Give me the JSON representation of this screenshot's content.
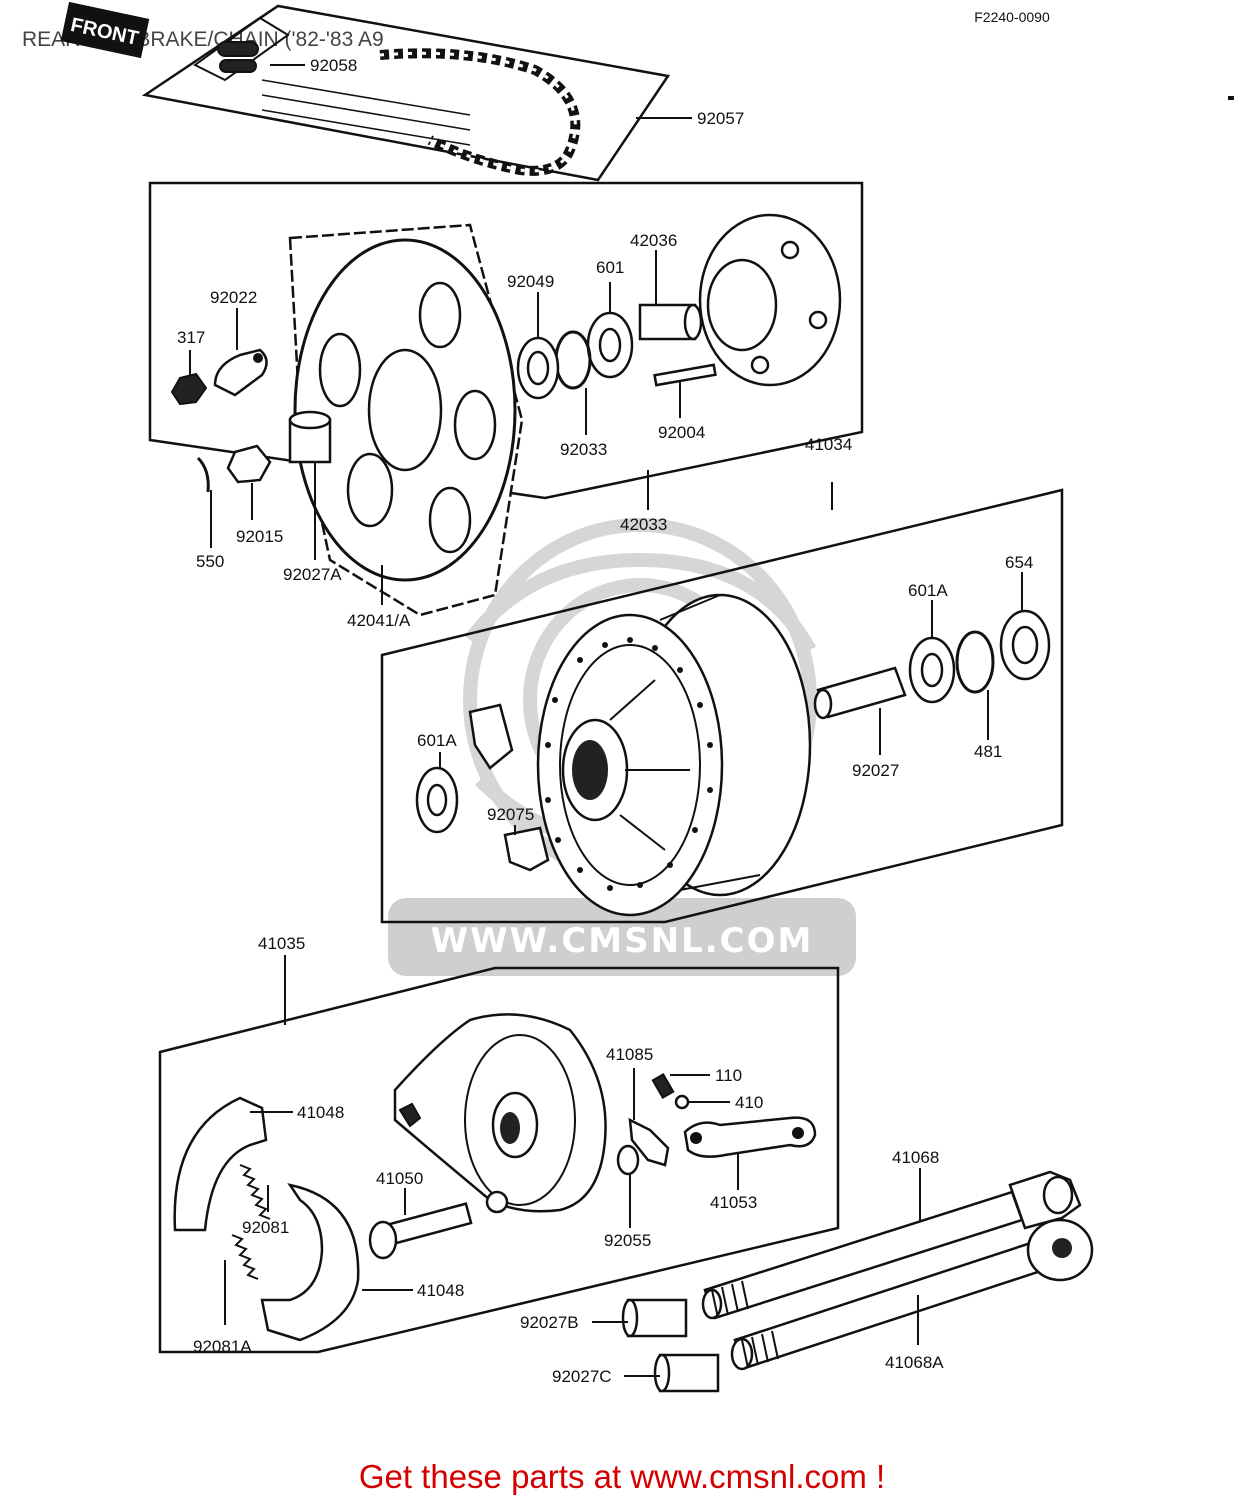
{
  "title": "REAR HUB/BRAKE/CHAIN ('82-'83 A9",
  "figure_code": "F2240-0090",
  "front_badge": "FRONT",
  "watermark": "WWW.CMSNL.COM",
  "footer": "Get these parts at www.cmsnl.com !",
  "colors": {
    "footer": "#d40000",
    "line": "#111111",
    "watermark": "#cfcfcf"
  },
  "parts": {
    "p92058": "92058",
    "p92057": "92057",
    "p92022": "92022",
    "p317": "317",
    "p92015": "92015",
    "p550": "550",
    "p92027A": "92027A",
    "p42041A": "42041/A",
    "p92049": "92049",
    "p601": "601",
    "p42036": "42036",
    "p92033": "92033",
    "p92004": "92004",
    "p42033": "42033",
    "p41034": "41034",
    "p654": "654",
    "p601A_r": "601A",
    "p481": "481",
    "p92027": "92027",
    "p601A_l": "601A",
    "p92075": "92075",
    "p41035": "41035",
    "p41048_t": "41048",
    "p41050": "41050",
    "p92081": "92081",
    "p92081A": "92081A",
    "p41048_b": "41048",
    "p41085": "41085",
    "p110": "110",
    "p410": "410",
    "p41053": "41053",
    "p92055": "92055",
    "p41068": "41068",
    "p92027B": "92027B",
    "p92027C": "92027C",
    "p41068A": "41068A"
  }
}
